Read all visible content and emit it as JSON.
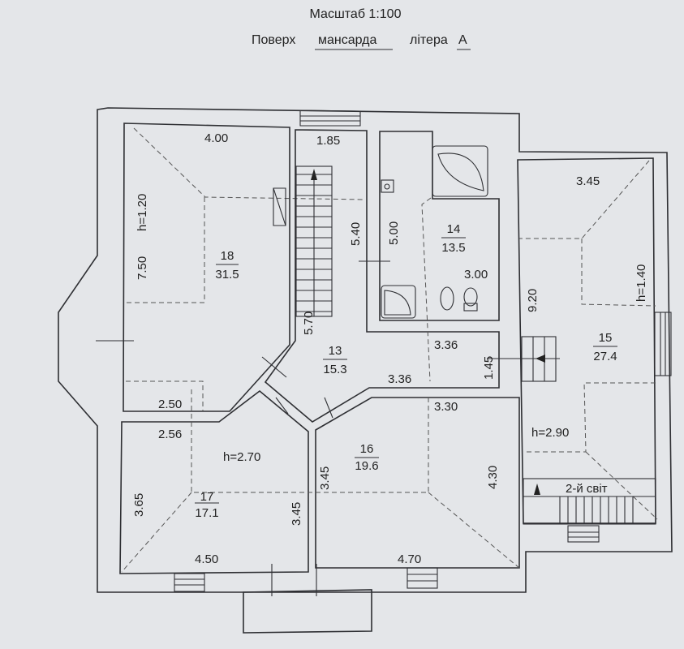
{
  "header": {
    "scale": "Масштаб 1:100",
    "floor_label": "Поверх",
    "floor_value": "мансарда",
    "letter_label": "літера",
    "letter_value": "А"
  },
  "rooms": [
    {
      "number": "18",
      "area": "31.5"
    },
    {
      "number": "14",
      "area": "13.5"
    },
    {
      "number": "13",
      "area": "15.3"
    },
    {
      "number": "15",
      "area": "27.4"
    },
    {
      "number": "16",
      "area": "19.6"
    },
    {
      "number": "17",
      "area": "17.1"
    }
  ],
  "dimensions": {
    "r18_top": "4.00",
    "r18_side": "7.50",
    "r18_bottom": "2.50",
    "stair_top": "1.85",
    "stair_side": "5.40",
    "corridor_side": "5.70",
    "bath_side": "5.00",
    "bath_width": "3.00",
    "corr_top": "3.36",
    "corr_bottom": "3.36",
    "corr_height": "1.45",
    "r15_top": "3.45",
    "r15_side": "9.20",
    "r16_top": "3.30",
    "r16_side_left": "3.45",
    "r16_side_right": "4.30",
    "r16_bottom": "4.70",
    "r17_top": "2.56",
    "r17_side_left": "3.65",
    "r17_side_right": "3.45",
    "r17_bottom": "4.50"
  },
  "heights": {
    "r18": "h=1.20",
    "r15": "h=1.40",
    "r15_low": "h=2.90",
    "r17": "h=2.70"
  },
  "second_light": "2-й світ"
}
